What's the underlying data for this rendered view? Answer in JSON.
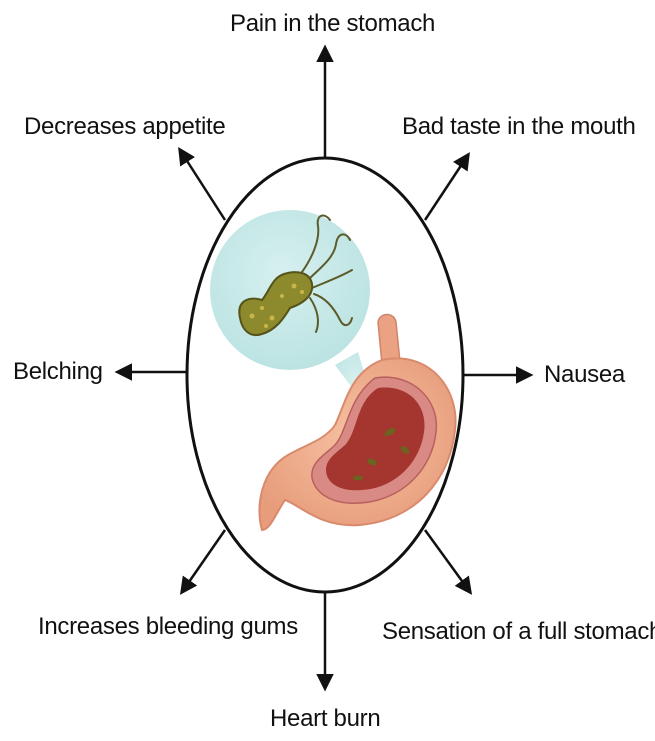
{
  "diagram": {
    "symptoms": {
      "top": "Pain in the stomach",
      "top_right": "Bad taste in the mouth",
      "right": "Nausea",
      "bottom_right": "Sensation of a full stomach",
      "bottom": "Heart burn",
      "bottom_left": "Increases bleeding gums",
      "left": "Belching",
      "top_left": "Decreases appetite"
    },
    "colors": {
      "circle_stroke": "#111111",
      "arrow": "#111111",
      "bubble_fill": "#bfe6e6",
      "bacterium": "#8a8a2a",
      "stomach_outer": "#f2b08e",
      "stomach_wall": "#d98a7a",
      "stomach_inner": "#a5352f"
    }
  }
}
